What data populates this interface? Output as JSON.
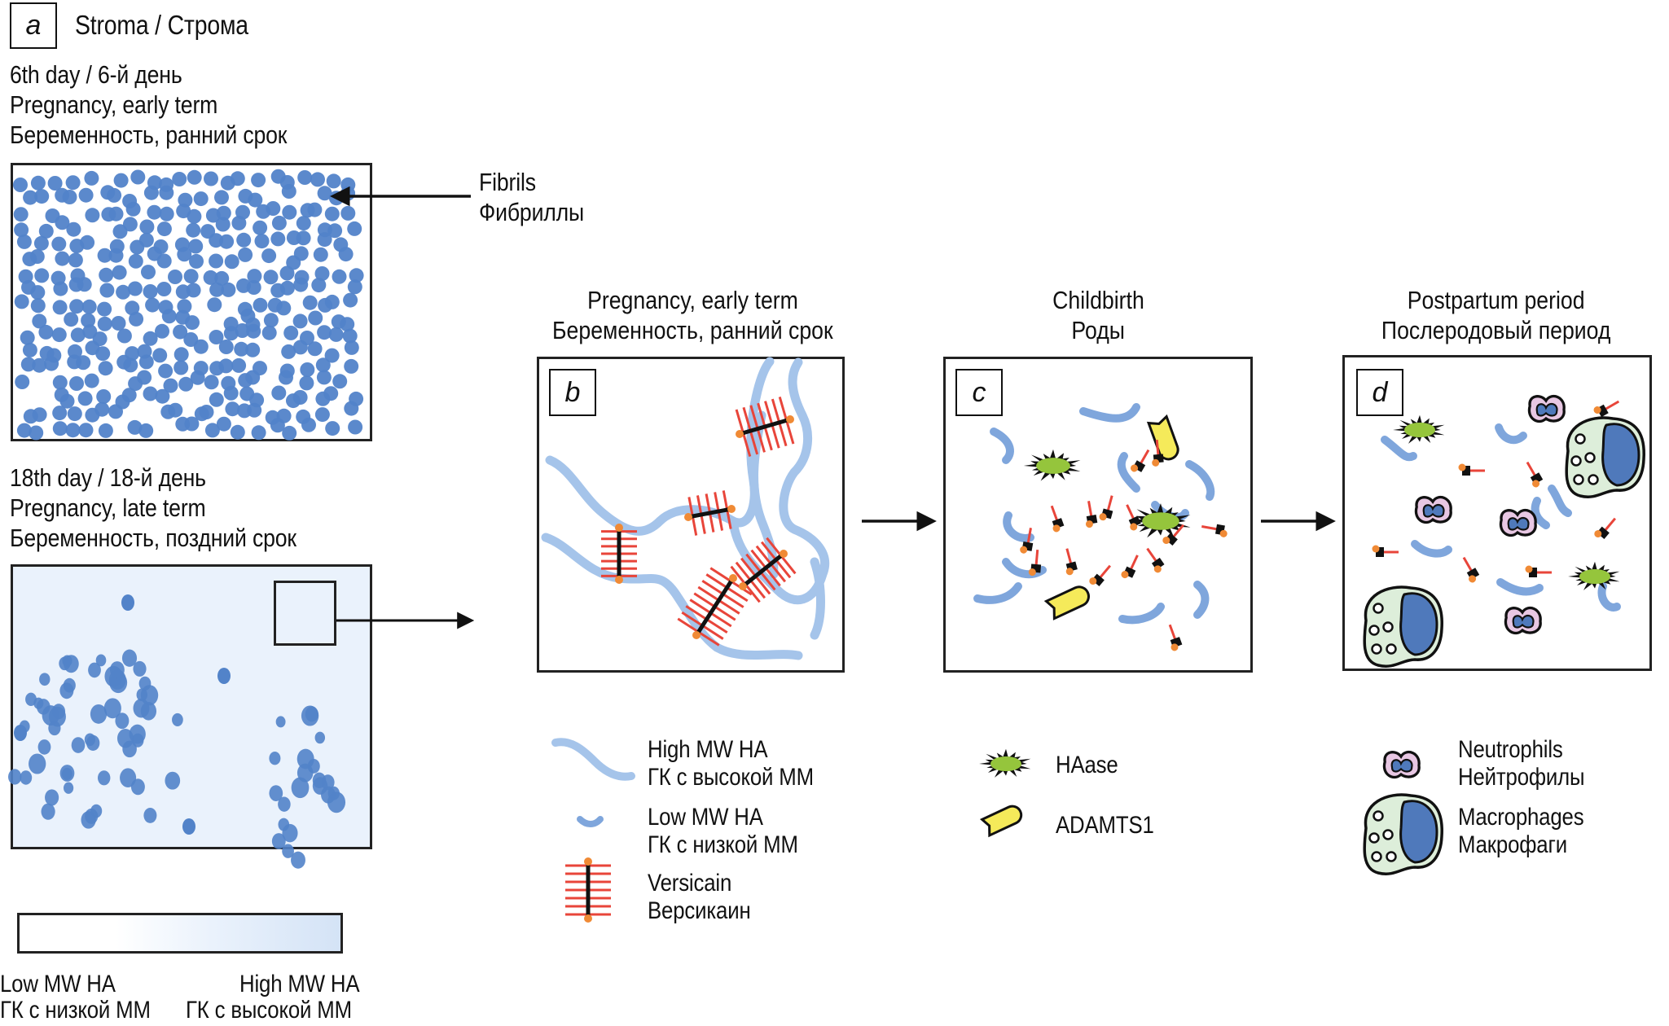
{
  "panel_a": {
    "label": "a",
    "title": "Stroma / Строма",
    "early": {
      "lines": [
        "6th day / 6-й день",
        "Pregnancy, early term",
        "Беременность, ранний срок"
      ]
    },
    "fibrils_callout": [
      "Fibrils",
      "Фибриллы"
    ],
    "late": {
      "lines": [
        "18th day / 18-й день",
        "Pregnancy, late term",
        "Беременность, поздний срок"
      ]
    },
    "gradient_scale": {
      "left": [
        "Low MW HA",
        "ГК с низкой ММ"
      ],
      "right": [
        "High MW HA",
        "ГК с высокой ММ"
      ],
      "colors": [
        "#ffffff",
        "#d4e3f6"
      ]
    }
  },
  "panel_b": {
    "label": "b",
    "title": [
      "Pregnancy, early term",
      "Беременность, ранний срок"
    ]
  },
  "panel_c": {
    "label": "c",
    "title": [
      "Childbirth",
      "Роды"
    ]
  },
  "panel_d": {
    "label": "d",
    "title": [
      "Postpartum period",
      "Послеродовый период"
    ]
  },
  "legend": {
    "ha": [
      {
        "icon": "high-mw-ha-strand",
        "lines": [
          "High MW HA",
          "ГК с высокой ММ"
        ]
      },
      {
        "icon": "low-mw-ha-fragment",
        "lines": [
          "Low MW HA",
          "ГК с низкой ММ"
        ]
      },
      {
        "icon": "versican-molecule",
        "lines": [
          "Versicain",
          "Версикаин"
        ]
      }
    ],
    "enzymes": [
      {
        "icon": "haase-burst",
        "lines": [
          "HAase"
        ]
      },
      {
        "icon": "adamts1-capsule",
        "lines": [
          "ADAMTS1"
        ]
      }
    ],
    "cells": [
      {
        "icon": "neutrophil-cell",
        "lines": [
          "Neutrophils",
          "Нейтрофилы"
        ]
      },
      {
        "icon": "macrophage-cell",
        "lines": [
          "Macrophages",
          "Макрофаги"
        ]
      }
    ]
  },
  "colors": {
    "fibril": "#5283c9",
    "ha_strand": "#a5c4ea",
    "versican_red": "#e8453a",
    "versican_orange": "#f08a35",
    "haase_green": "#95c53c",
    "adamts_yellow": "#f5ea5a",
    "macrophage_body": "#ddeeda",
    "nucleus_blue": "#4f79bb",
    "neutrophil_pink": "#e8c7e3",
    "stroma_late_bg": "#eaf2fc"
  }
}
